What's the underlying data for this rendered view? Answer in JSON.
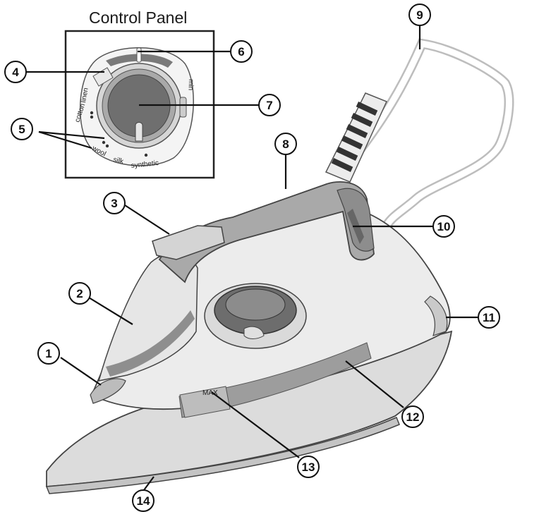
{
  "panel_title": "Control Panel",
  "dial_labels": {
    "linen": "linen",
    "cotton": "cotton",
    "wool": "wool",
    "silk": "silk",
    "synthetic": "synthetic",
    "min": "min"
  },
  "soleplate_mark": "MAX",
  "callouts": [
    "1",
    "2",
    "3",
    "4",
    "5",
    "6",
    "7",
    "8",
    "9",
    "10",
    "11",
    "12",
    "13",
    "14"
  ],
  "colors": {
    "body_light": "#e9e9e9",
    "body_mid": "#cfcfcf",
    "handle_dark": "#9a9a9a",
    "dial_dark": "#6f6f6f",
    "soleplate": "#dcdcdc",
    "outline": "#444444"
  }
}
